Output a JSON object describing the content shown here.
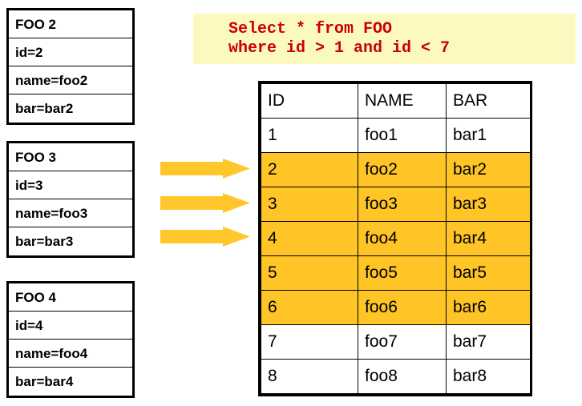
{
  "colors": {
    "highlight_row": "#FFC425",
    "arrow": "#FFC72C",
    "sql_background": "#FBF8C0",
    "sql_text": "#CC0000",
    "border": "#000000",
    "page_background": "#FFFFFF"
  },
  "record_boxes": [
    {
      "title": "FOO 2",
      "fields": [
        "id=2",
        "name=foo2",
        "bar=bar2"
      ]
    },
    {
      "title": "FOO 3",
      "fields": [
        "id=3",
        "name=foo3",
        "bar=bar3"
      ]
    },
    {
      "title": "FOO 4",
      "fields": [
        "id=4",
        "name=foo4",
        "bar=bar4"
      ]
    }
  ],
  "sql_panel": {
    "line1": "Select * from FOO",
    "line2": "where id > 1 and id < 7"
  },
  "arrows": [
    {
      "name": "arrow-right-1"
    },
    {
      "name": "arrow-right-2"
    },
    {
      "name": "arrow-right-3"
    }
  ],
  "result_table": {
    "columns": [
      "ID",
      "NAME",
      "BAR"
    ],
    "rows": [
      {
        "id": "1",
        "name": "foo1",
        "bar": "bar1",
        "highlight": false
      },
      {
        "id": "2",
        "name": "foo2",
        "bar": "bar2",
        "highlight": true
      },
      {
        "id": "3",
        "name": "foo3",
        "bar": "bar3",
        "highlight": true
      },
      {
        "id": "4",
        "name": "foo4",
        "bar": "bar4",
        "highlight": true
      },
      {
        "id": "5",
        "name": "foo5",
        "bar": "bar5",
        "highlight": true
      },
      {
        "id": "6",
        "name": "foo6",
        "bar": "bar6",
        "highlight": true
      },
      {
        "id": "7",
        "name": "foo7",
        "bar": "bar7",
        "highlight": false
      },
      {
        "id": "8",
        "name": "foo8",
        "bar": "bar8",
        "highlight": false
      }
    ]
  }
}
